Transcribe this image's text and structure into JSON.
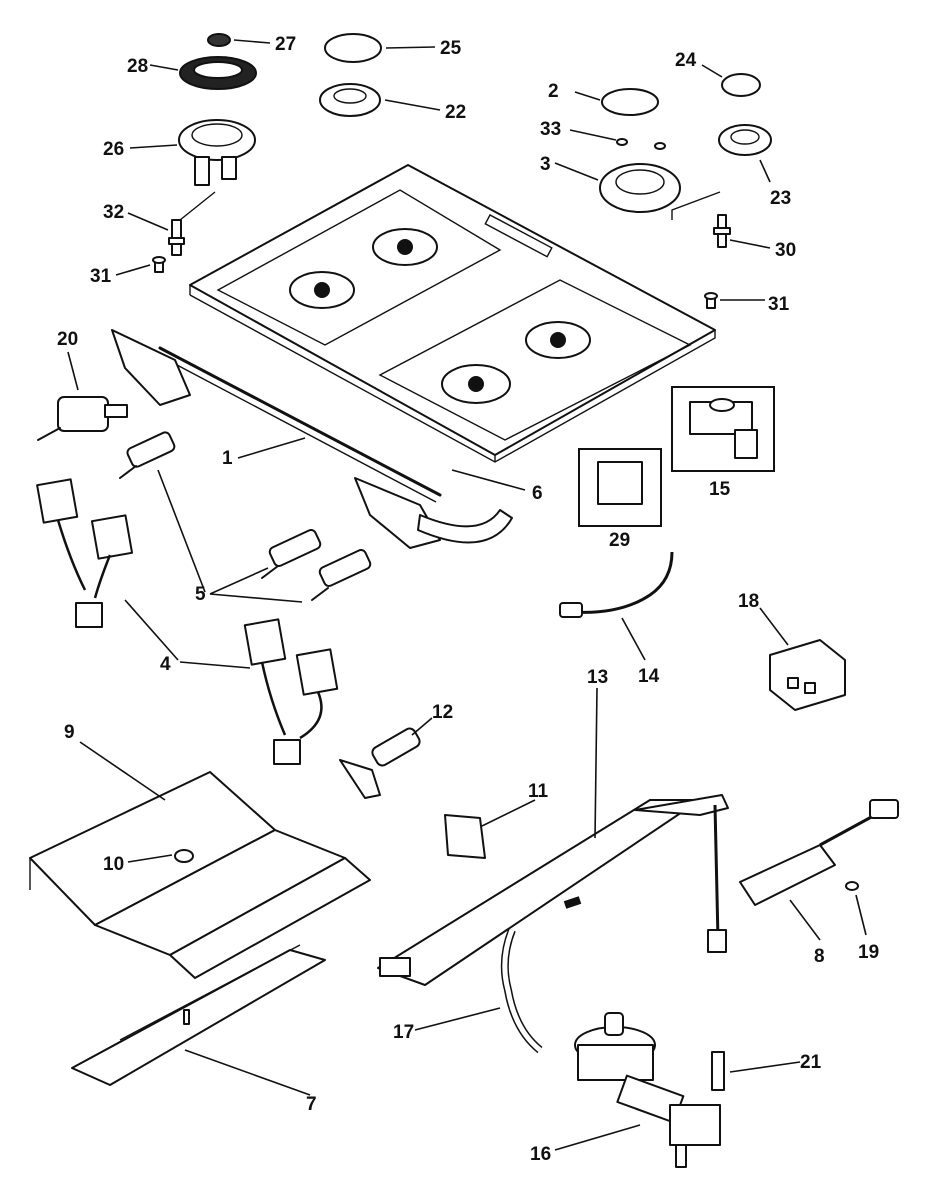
{
  "callouts": [
    {
      "id": "27",
      "label": "27"
    },
    {
      "id": "28",
      "label": "28"
    },
    {
      "id": "25",
      "label": "25"
    },
    {
      "id": "22",
      "label": "22"
    },
    {
      "id": "24",
      "label": "24"
    },
    {
      "id": "2",
      "label": "2"
    },
    {
      "id": "33",
      "label": "33"
    },
    {
      "id": "3",
      "label": "3"
    },
    {
      "id": "26",
      "label": "26"
    },
    {
      "id": "23",
      "label": "23"
    },
    {
      "id": "32",
      "label": "32"
    },
    {
      "id": "30",
      "label": "30"
    },
    {
      "id": "31a",
      "label": "31"
    },
    {
      "id": "31b",
      "label": "31"
    },
    {
      "id": "20",
      "label": "20"
    },
    {
      "id": "1",
      "label": "1"
    },
    {
      "id": "6",
      "label": "6"
    },
    {
      "id": "15",
      "label": "15"
    },
    {
      "id": "29",
      "label": "29"
    },
    {
      "id": "5",
      "label": "5"
    },
    {
      "id": "14",
      "label": "14"
    },
    {
      "id": "18",
      "label": "18"
    },
    {
      "id": "4",
      "label": "4"
    },
    {
      "id": "12",
      "label": "12"
    },
    {
      "id": "9",
      "label": "9"
    },
    {
      "id": "13",
      "label": "13"
    },
    {
      "id": "11",
      "label": "11"
    },
    {
      "id": "10",
      "label": "10"
    },
    {
      "id": "8",
      "label": "8"
    },
    {
      "id": "19",
      "label": "19"
    },
    {
      "id": "17",
      "label": "17"
    },
    {
      "id": "21",
      "label": "21"
    },
    {
      "id": "7",
      "label": "7"
    },
    {
      "id": "16",
      "label": "16"
    }
  ]
}
